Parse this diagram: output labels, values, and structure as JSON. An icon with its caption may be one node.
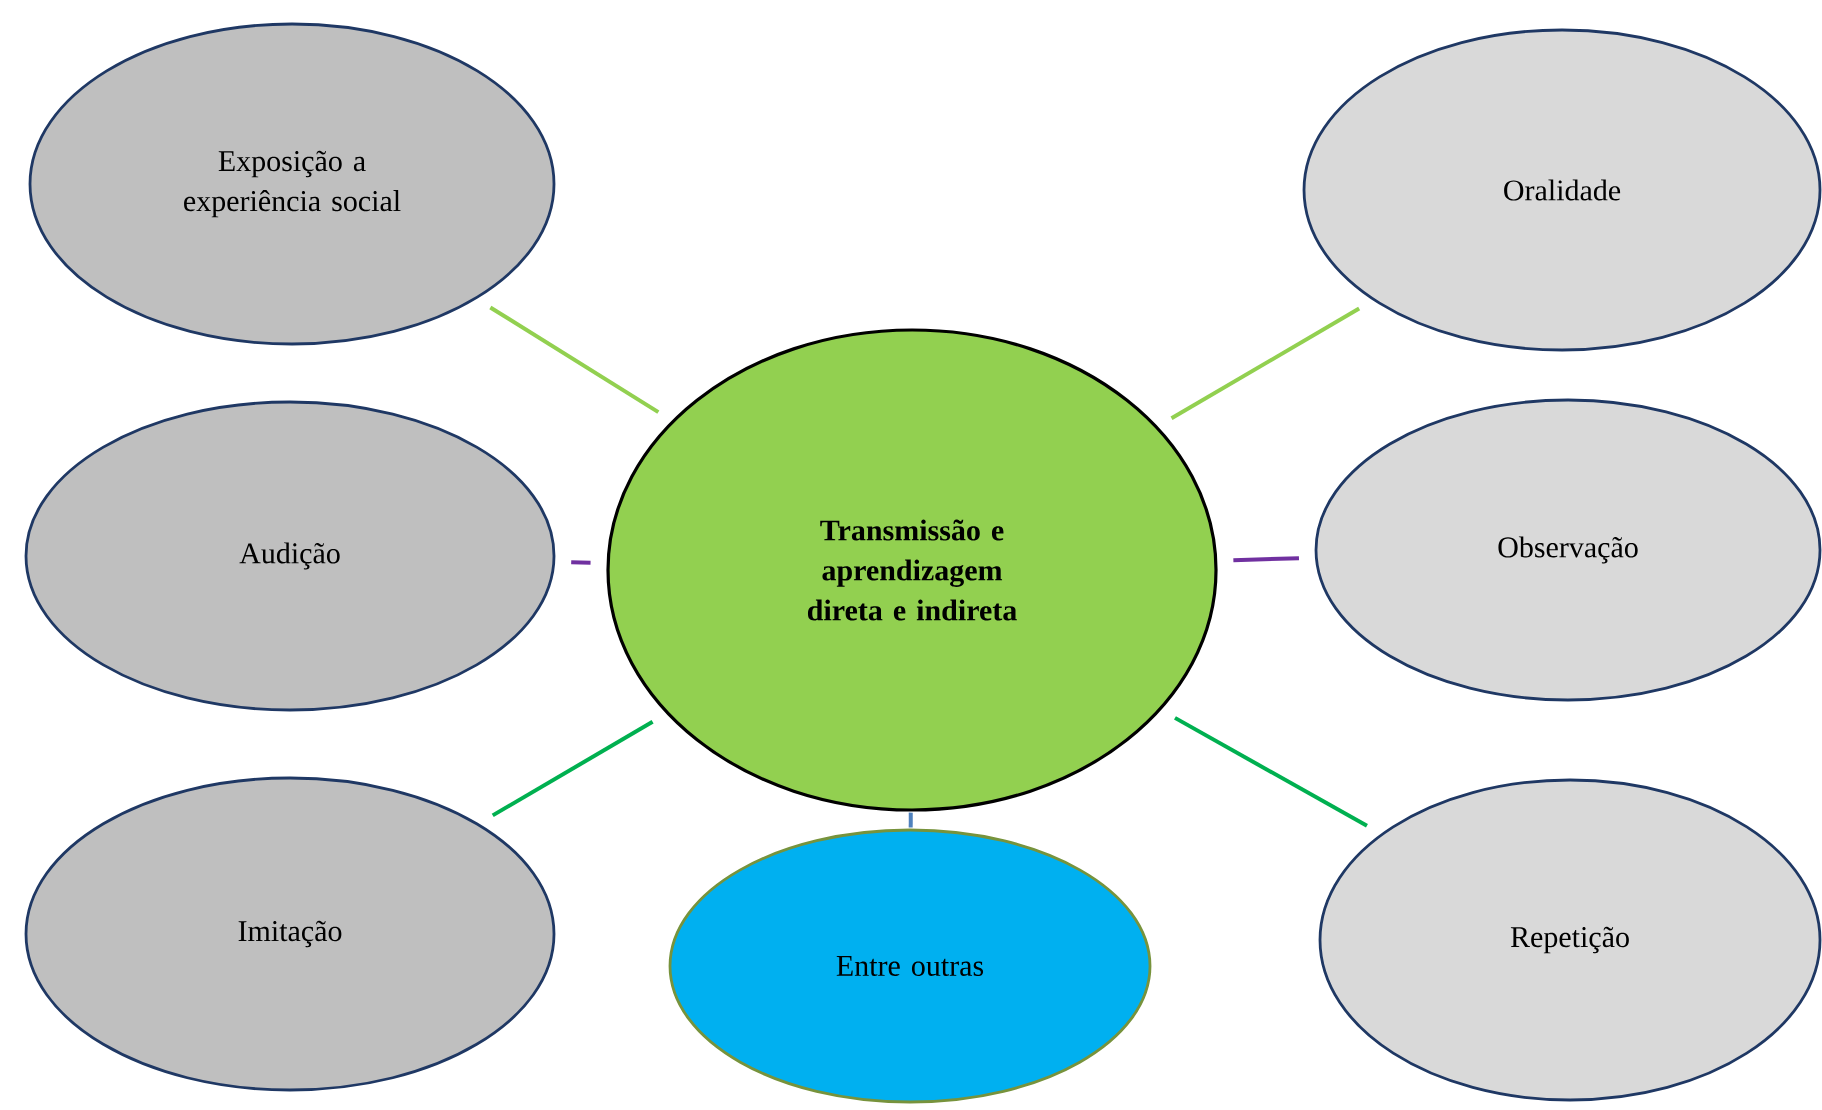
{
  "diagram": {
    "nodes": [
      {
        "text": [
          "Transmissão e aprendizagem direta e indireta"
        ]
      },
      {
        "text": [
          "Exposição a experiência social"
        ]
      },
      {
        "text": [
          "Oralidade"
        ]
      },
      {
        "text": [
          "Audição"
        ]
      },
      {
        "text": [
          "Observação"
        ]
      },
      {
        "text": [
          "Imitação"
        ]
      },
      {
        "text": [
          "Entre outras"
        ]
      },
      {
        "text": [
          "Repetição"
        ]
      }
    ],
    "edges": [
      {
        "from": 0,
        "to": 1,
        "arrow": "none",
        "color": "#92d050"
      },
      {
        "from": 0,
        "to": 2,
        "arrow": "none",
        "color": "#92d050"
      },
      {
        "from": 0,
        "to": 3,
        "arrow": "none",
        "color": "#7030a0"
      },
      {
        "from": 0,
        "to": 4,
        "arrow": "none",
        "color": "#7030a0"
      },
      {
        "from": 0,
        "to": 5,
        "arrow": "none",
        "color": "#00b050"
      },
      {
        "from": 0,
        "to": 6,
        "arrow": "none",
        "color": "#4f81bd"
      },
      {
        "from": 0,
        "to": 7,
        "arrow": "none",
        "color": "#00b050"
      }
    ]
  }
}
